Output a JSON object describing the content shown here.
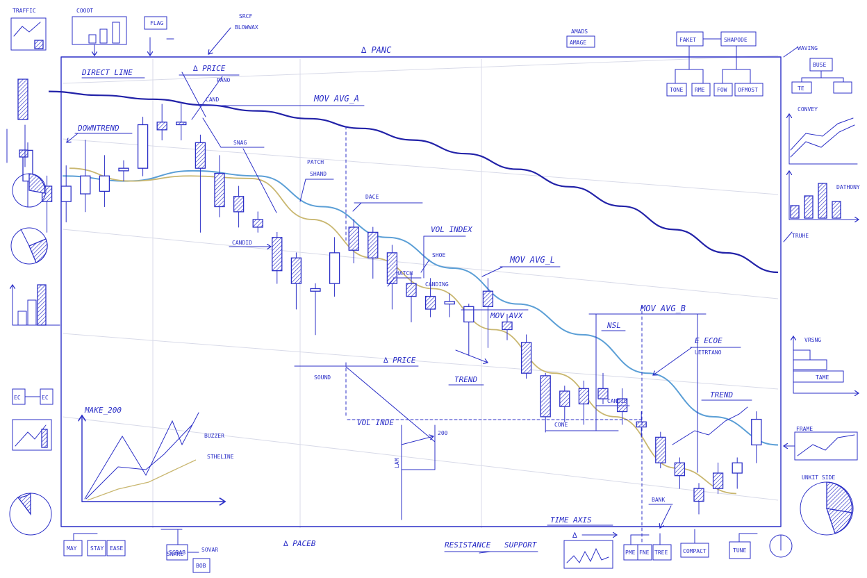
{
  "colors": {
    "ink": "#2b2fc7",
    "ma_a": "#2222a8",
    "ma_b": "#5b9fd6",
    "ma_c": "#c9b770"
  },
  "main": {
    "top_label": "∆ PANC",
    "bottom_left_label": "∆ PACEB",
    "time_axis": "TIME AXIS",
    "resistance": "RESISTANCE",
    "support": "SUPPORT"
  },
  "annotations": {
    "direct_line": "DIRECT LINE",
    "delta_price_top": "∆ PRICE",
    "mov_avg_a": "MOV AVG_A",
    "downtrend": "DOWNTREND",
    "mov_avg_l": "MOV AVG_L",
    "mov_avg_b": "MOV AVG_B",
    "trend_mid": "TREND",
    "trend_right": "TREND",
    "delta_price_mid": "∆ PRICE",
    "vol_index_mid": "VOL INDEX",
    "vol_index_low": "VOL INDE",
    "value_200": "200",
    "make_200": "MAKE_200",
    "mov_avx": "MOV AVX",
    "e_ecoe": "E ECOE",
    "u_etrtano": "UETRTANO",
    "nsl": "NSL",
    "sound": "SOUND",
    "candid": "CANDID",
    "candid2": "CANDID",
    "patch": "PATCH",
    "shand": "SHAND",
    "dace": "DACE",
    "snag": "SNAG",
    "shoe": "SHOE",
    "hatch": "HATCH",
    "canding": "CANDING",
    "bank": "BANK",
    "pano": "PANO",
    "cand": "CAND",
    "cone": "CONE",
    "buzzer": "BUZZER",
    "stheline": "STHELINE",
    "lam": "LAM",
    "snake": "SNAKE"
  },
  "margin": {
    "traffic": "TRAFFIC",
    "cooot": "COOOT",
    "flag": "FLAG",
    "srcf": "SRCF",
    "blowwax": "BLOWWAX",
    "amads": "AMADS",
    "amage": "AMAGE",
    "faket": "FAKET",
    "shapode": "SHAPODE",
    "waving": "WAVING",
    "buse": "BUSE",
    "te": "TE",
    "tone": "TONE",
    "rme": "RME",
    "fow": "FOW",
    "ofmost": "OFMOST",
    "convey": "CONVEY",
    "dathony": "DATHONY",
    "truhe": "TRUHE",
    "vrsng": "VRSNG",
    "tame": "TAME",
    "frame": "FRAME",
    "unkit_side": "UNKIT SIDE",
    "box_a": "EC",
    "box_b": "EC",
    "may": "MAY",
    "stay": "STAY",
    "ease": "EASE",
    "scrab": "SCRAB",
    "sovar": "SOVAR",
    "bob": "BOB",
    "pme": "PME",
    "fne": "FNE",
    "tree": "TREE",
    "compact": "COMPACT",
    "tune": "TUNE"
  },
  "chart_data": {
    "type": "candlestick",
    "candles": [
      {
        "o": 0.7,
        "c": 0.82,
        "h": 0.85,
        "l": 0.6
      },
      {
        "o": 0.68,
        "c": 0.62,
        "h": 0.72,
        "l": 0.5
      },
      {
        "o": 0.62,
        "c": 0.68,
        "h": 0.76,
        "l": 0.54
      },
      {
        "o": 0.65,
        "c": 0.72,
        "h": 0.86,
        "l": 0.58
      },
      {
        "o": 0.66,
        "c": 0.72,
        "h": 0.8,
        "l": 0.6
      },
      {
        "o": 0.74,
        "c": 0.75,
        "h": 0.78,
        "l": 0.7
      },
      {
        "o": 0.75,
        "c": 0.92,
        "h": 0.95,
        "l": 0.72
      },
      {
        "o": 0.93,
        "c": 0.9,
        "h": 1.0,
        "l": 0.86
      },
      {
        "o": 0.93,
        "c": 0.92,
        "h": 1.0,
        "l": 0.86
      },
      {
        "o": 0.85,
        "c": 0.75,
        "h": 0.88,
        "l": 0.5
      },
      {
        "o": 0.73,
        "c": 0.6,
        "h": 0.8,
        "l": 0.56
      },
      {
        "o": 0.64,
        "c": 0.58,
        "h": 0.68,
        "l": 0.52
      },
      {
        "o": 0.55,
        "c": 0.52,
        "h": 0.58,
        "l": 0.5
      },
      {
        "o": 0.48,
        "c": 0.35,
        "h": 0.5,
        "l": 0.3
      },
      {
        "o": 0.4,
        "c": 0.3,
        "h": 0.42,
        "l": 0.2
      },
      {
        "o": 0.27,
        "c": 0.28,
        "h": 0.3,
        "l": 0.1
      },
      {
        "o": 0.3,
        "c": 0.42,
        "h": 0.48,
        "l": 0.25
      },
      {
        "o": 0.52,
        "c": 0.43,
        "h": 0.55,
        "l": 0.38
      },
      {
        "o": 0.5,
        "c": 0.4,
        "h": 0.52,
        "l": 0.32
      },
      {
        "o": 0.42,
        "c": 0.3,
        "h": 0.45,
        "l": 0.2
      },
      {
        "o": 0.3,
        "c": 0.25,
        "h": 0.34,
        "l": 0.15
      },
      {
        "o": 0.25,
        "c": 0.2,
        "h": 0.32,
        "l": 0.17
      },
      {
        "o": 0.22,
        "c": 0.23,
        "h": 0.26,
        "l": 0.17
      },
      {
        "o": 0.15,
        "c": 0.21,
        "h": 0.22,
        "l": 0.02
      },
      {
        "o": 0.27,
        "c": 0.21,
        "h": 0.32,
        "l": 0.05
      },
      {
        "o": 0.15,
        "c": 0.12,
        "h": 0.18,
        "l": 0.08
      },
      {
        "o": 0.07,
        "c": -0.05,
        "h": 0.1,
        "l": -0.07
      },
      {
        "o": -0.06,
        "c": -0.22,
        "h": -0.05,
        "l": -0.28
      },
      {
        "o": -0.12,
        "c": -0.18,
        "h": -0.1,
        "l": -0.24
      },
      {
        "o": -0.11,
        "c": -0.17,
        "h": -0.08,
        "l": -0.25
      },
      {
        "o": -0.11,
        "c": -0.15,
        "h": -0.05,
        "l": -0.17
      },
      {
        "o": -0.15,
        "c": -0.2,
        "h": -0.11,
        "l": -0.25
      },
      {
        "o": -0.24,
        "c": -0.26,
        "h": -0.2,
        "l": -0.3
      },
      {
        "o": -0.3,
        "c": -0.4,
        "h": -0.28,
        "l": -0.42
      },
      {
        "o": -0.4,
        "c": -0.45,
        "h": -0.38,
        "l": -0.5
      },
      {
        "o": -0.5,
        "c": -0.55,
        "h": -0.48,
        "l": -0.6
      },
      {
        "o": -0.44,
        "c": -0.5,
        "h": -0.4,
        "l": -0.52
      },
      {
        "o": -0.44,
        "c": -0.4,
        "h": -0.38,
        "l": -0.5
      },
      {
        "o": -0.33,
        "c": -0.23,
        "h": -0.2,
        "l": -0.4
      }
    ],
    "moving_averages": [
      {
        "values": [
          0.98,
          0.96,
          0.94,
          0.91,
          0.88,
          0.84,
          0.79,
          0.73,
          0.66,
          0.58,
          0.49,
          0.39,
          0.27,
          0.15,
          0.05
        ]
      },
      {
        "values": [
          0.72,
          0.7,
          0.74,
          0.72,
          0.6,
          0.48,
          0.36,
          0.22,
          0.1,
          -0.05,
          -0.22,
          -0.33
        ]
      },
      {
        "values": [
          0.75,
          0.7,
          0.72,
          0.71,
          0.55,
          0.4,
          0.28,
          0.12,
          -0.05,
          -0.22,
          -0.42,
          -0.52
        ]
      }
    ]
  }
}
